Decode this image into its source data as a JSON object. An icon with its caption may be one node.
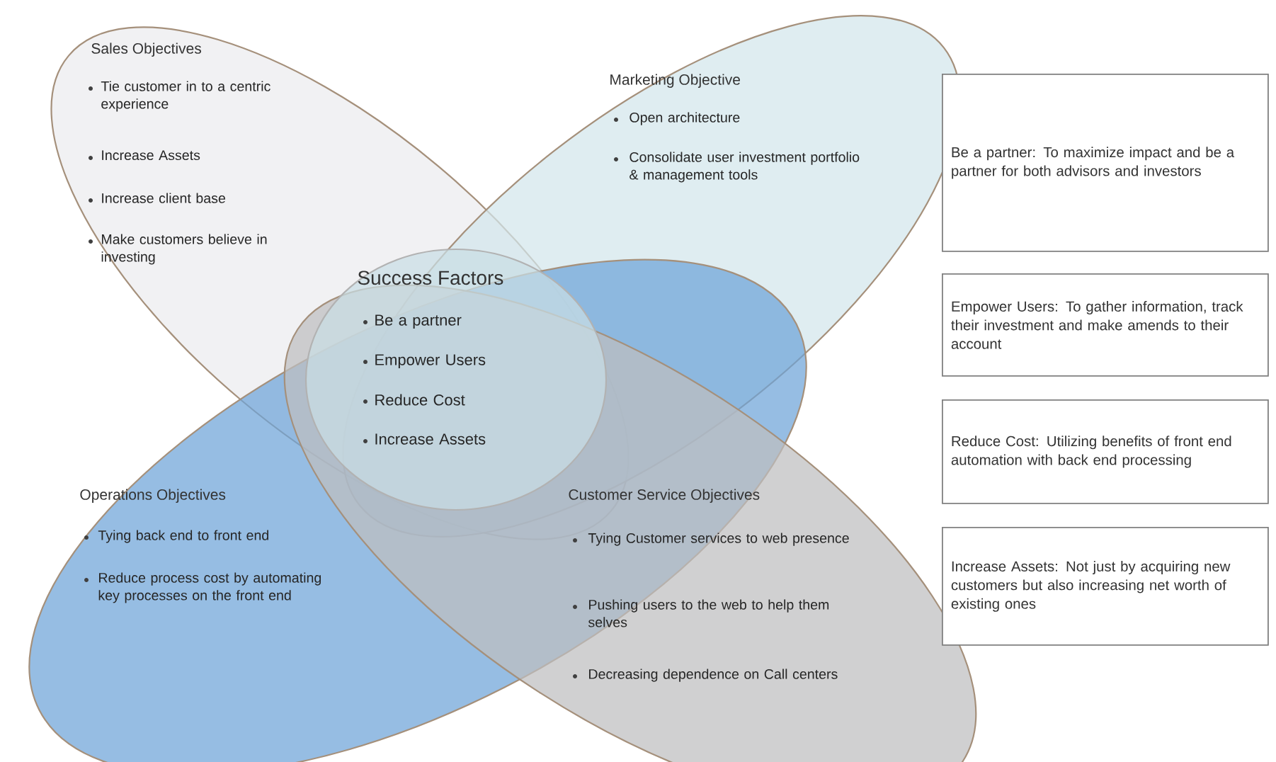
{
  "diagram": {
    "nodes": [
      {
        "text": [
          "Sales Objectives",
          "Tie customer in to a centric experience",
          "Increase Assets",
          "Increase client base",
          "Make customers believe in investing"
        ]
      },
      {
        "text": [
          "Marketing Objective",
          "Open architecture",
          "Consolidate user investment portfolio & management tools"
        ]
      },
      {
        "text": [
          "Operations Objectives",
          "Tying back end to front end",
          "Reduce process cost by automating key processes on the front end"
        ]
      },
      {
        "text": [
          "Customer Service Objectives",
          "Tying Customer services to web presence",
          "Pushing users to the web to help them selves",
          "Decreasing dependence on Call centers"
        ]
      },
      {
        "text": [
          "Success Factors",
          "Be a partner",
          "Empower Users",
          "Reduce Cost",
          "Increase Assets"
        ]
      },
      {
        "text": [
          "Be a partner: To maximize impact and be a partner for both advisors and investors"
        ]
      },
      {
        "text": [
          "Empower Users: To gather information, track their investment and make amends to their account"
        ]
      },
      {
        "text": [
          "Reduce Cost: Utilizing benefits of front end automation with back end processing"
        ]
      },
      {
        "text": [
          "Increase Assets: Not just by acquiring new customers but also increasing net worth of existing ones"
        ]
      }
    ],
    "edges": []
  }
}
